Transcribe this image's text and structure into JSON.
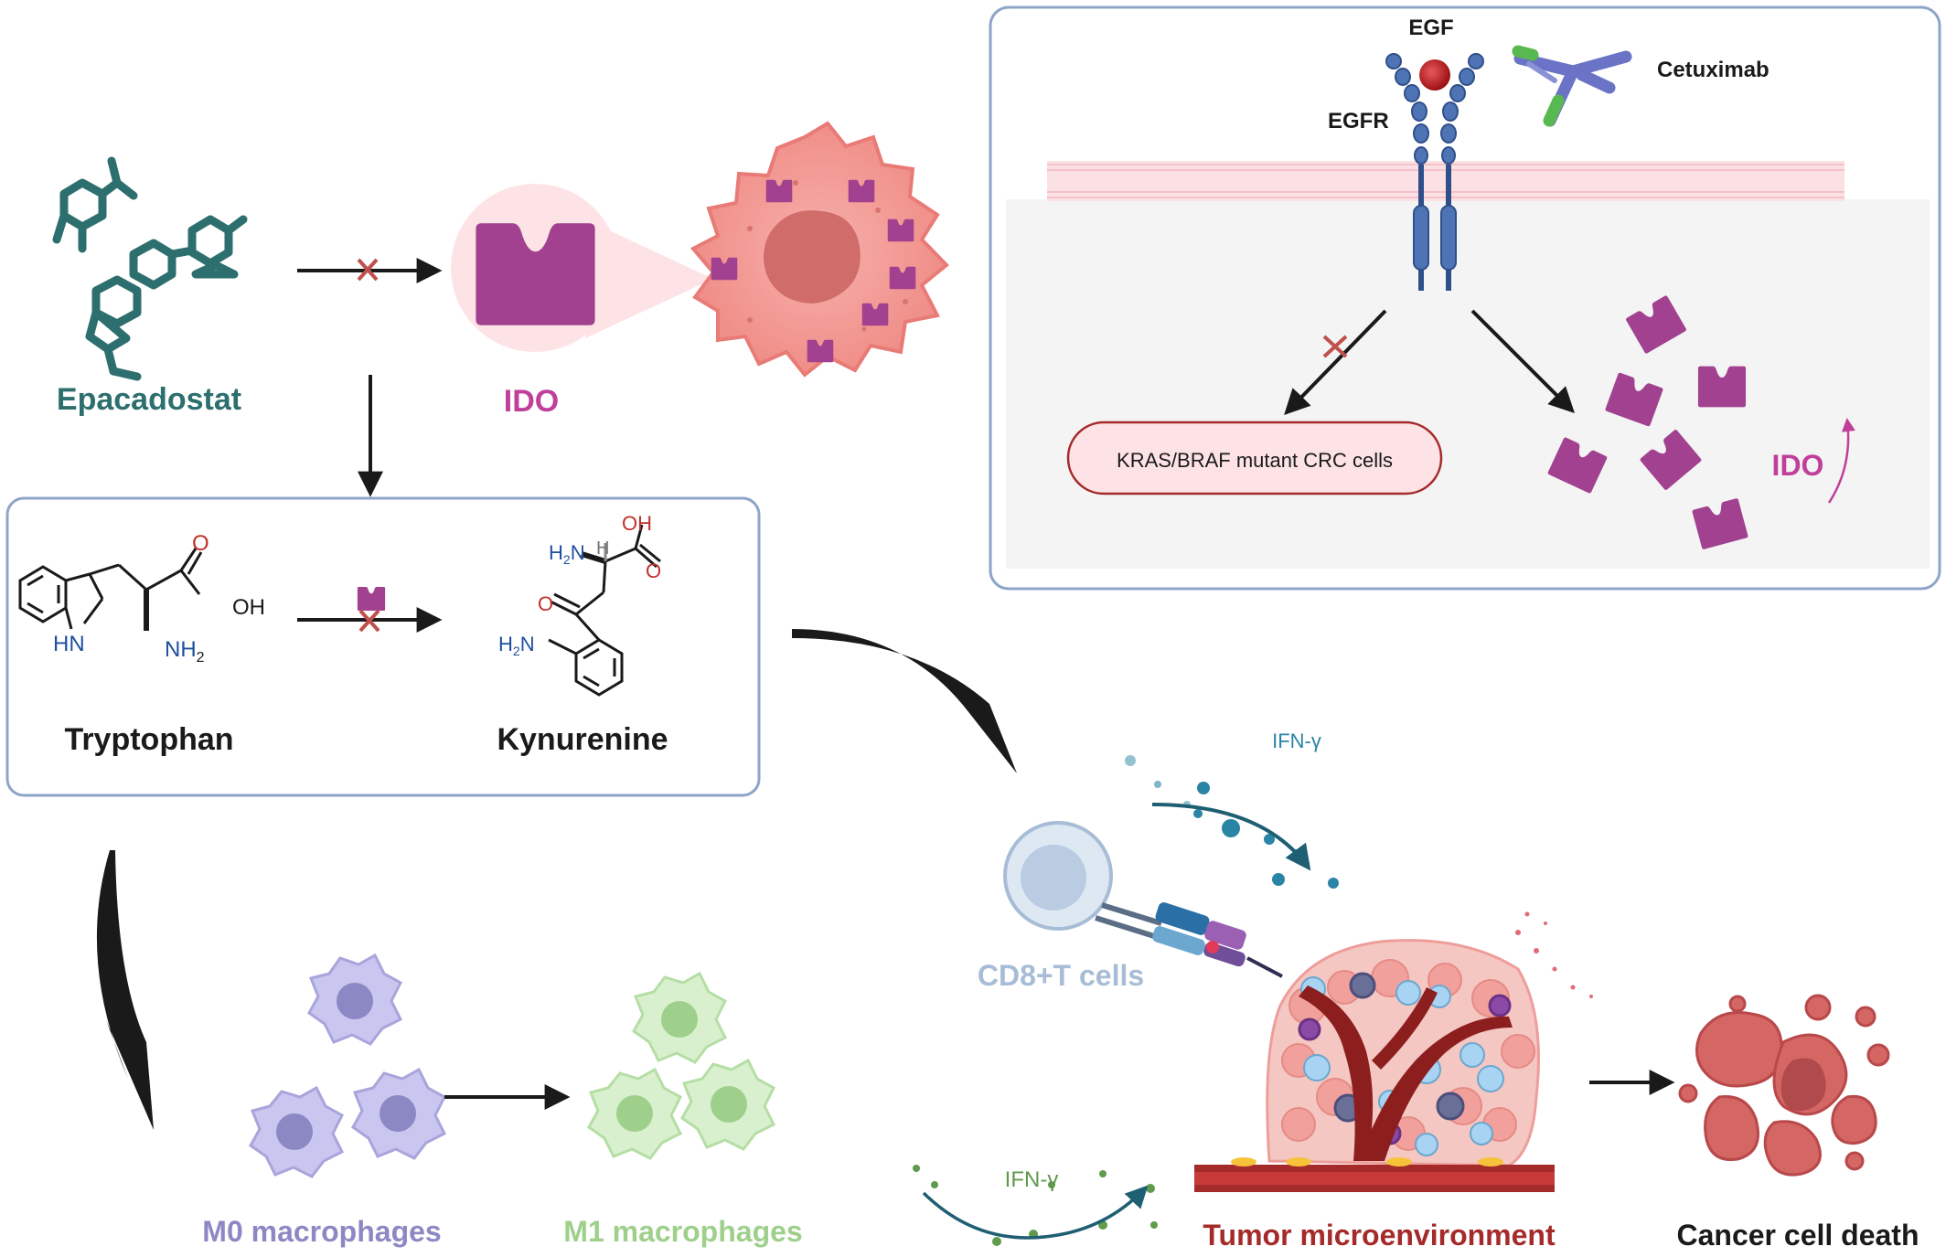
{
  "labels": {
    "epacadostat": "Epacadostat",
    "ido": "IDO",
    "tryptophan": "Tryptophan",
    "kynurenine": "Kynurenine",
    "egf": "EGF",
    "egfr": "EGFR",
    "cetuximab": "Cetuximab",
    "kras_braf": "KRAS/BRAF mutant CRC cells",
    "ido_up": "IDO",
    "ifn_top": "IFN-γ",
    "ifn_bottom": "IFN-γ",
    "cd8": "CD8+T cells",
    "m0": "M0 macrophages",
    "m1": "M1 macrophages",
    "tme": "Tumor microenvironment",
    "death": "Cancer cell death"
  },
  "chem": {
    "tryptophan": {
      "O": "O",
      "OH": "OH",
      "HN": "HN",
      "NH2": "NH",
      "NH2_sub": "2"
    },
    "kynurenine": {
      "OH": "OH",
      "O_acid": "O",
      "H2N_alpha": "H",
      "H2N_alpha_sub": "2",
      "H2N_alpha_N": "N",
      "H": "H",
      "O_keto": "O",
      "H2N_ring": "H",
      "H2N_ring_sub": "2",
      "H2N_ring_N": "N"
    }
  },
  "colors": {
    "teal": "#2d6f6e",
    "ido_purple": "#a1418f",
    "ido_text": "#c03f9a",
    "box_border": "#8ea4c8",
    "m0": "#8c88c4",
    "m1": "#9ed08b",
    "cd8": "#a7bcd6",
    "tme": "#a52a2a",
    "ifn_teal": "#2a84a6",
    "ifn_green": "#5f9a4d",
    "inhibit_x": "#c0504d"
  }
}
